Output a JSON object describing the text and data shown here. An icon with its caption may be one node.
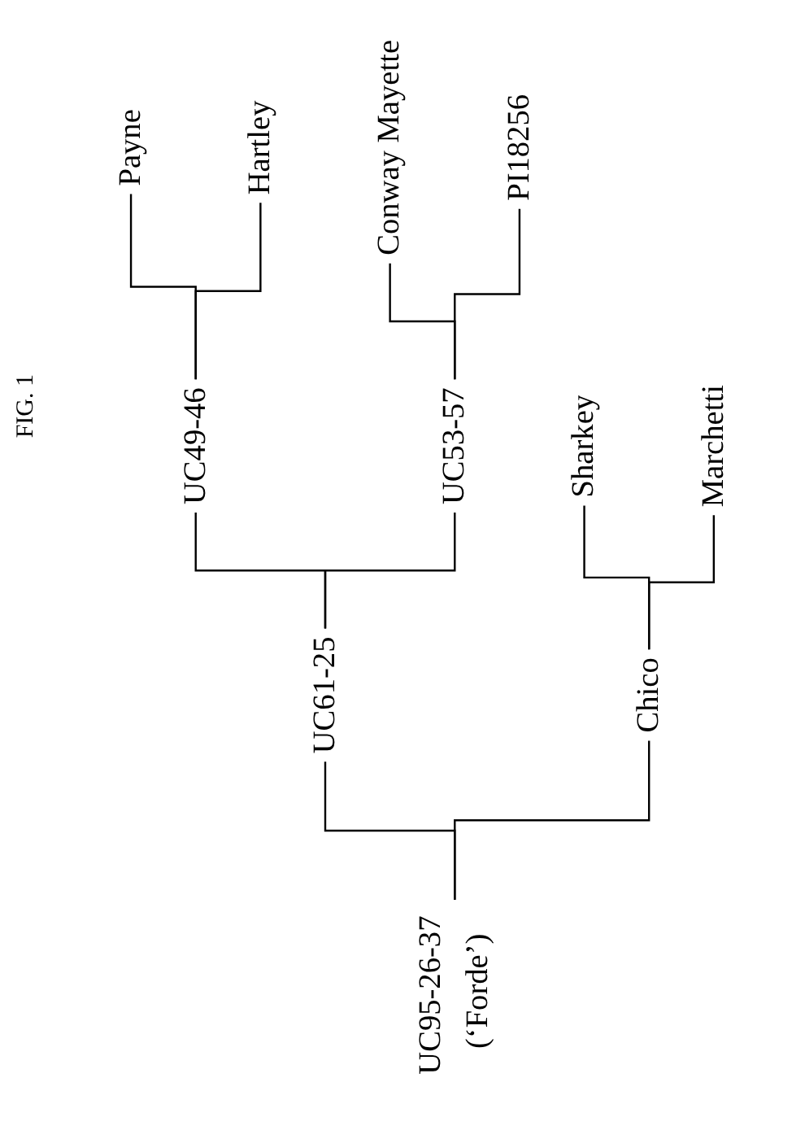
{
  "diagram": {
    "title": "FIG. 1",
    "nodes": [
      {
        "text": [
          "UC95-26-37 (‘Forde’)"
        ]
      },
      {
        "text": [
          "UC61-25"
        ]
      },
      {
        "text": [
          "Chico"
        ]
      },
      {
        "text": [
          "UC49-46"
        ]
      },
      {
        "text": [
          "UC53-57"
        ]
      },
      {
        "text": [
          "Sharkey"
        ]
      },
      {
        "text": [
          "Marchetti"
        ]
      },
      {
        "text": [
          "Payne"
        ]
      },
      {
        "text": [
          "Hartley"
        ]
      },
      {
        "text": [
          "Conway Mayette"
        ]
      },
      {
        "text": [
          "PI18256"
        ]
      }
    ],
    "edges": [
      {
        "from": 0,
        "to": 1,
        "arrow": "none"
      },
      {
        "from": 0,
        "to": 2,
        "arrow": "none"
      },
      {
        "from": 1,
        "to": 3,
        "arrow": "none"
      },
      {
        "from": 1,
        "to": 4,
        "arrow": "none"
      },
      {
        "from": 2,
        "to": 5,
        "arrow": "none"
      },
      {
        "from": 2,
        "to": 6,
        "arrow": "none"
      },
      {
        "from": 3,
        "to": 7,
        "arrow": "none"
      },
      {
        "from": 3,
        "to": 8,
        "arrow": "none"
      },
      {
        "from": 4,
        "to": 9,
        "arrow": "none"
      },
      {
        "from": 4,
        "to": 10,
        "arrow": "none"
      }
    ]
  }
}
